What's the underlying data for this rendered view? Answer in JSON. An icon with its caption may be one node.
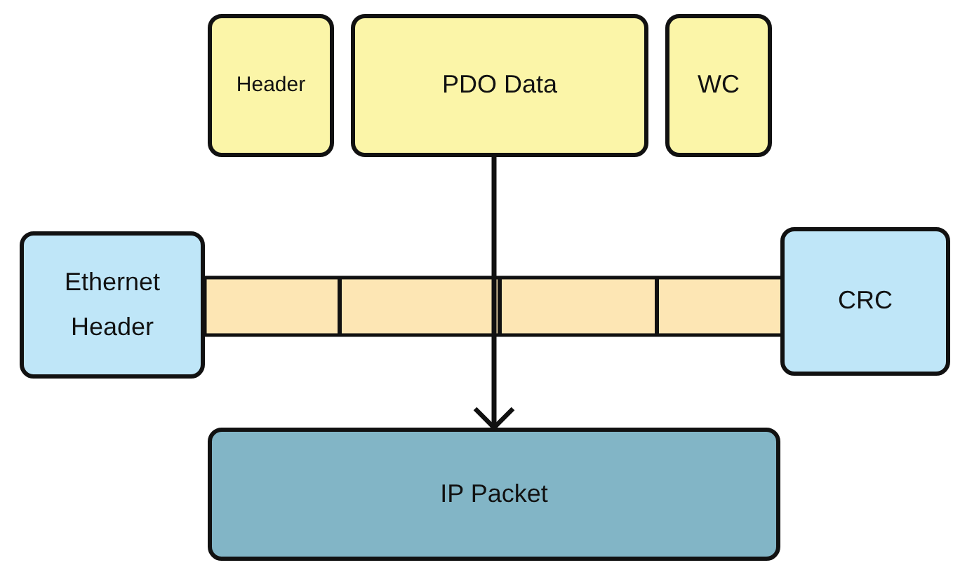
{
  "diagram": {
    "nodes": [
      {
        "text": [
          "Header"
        ]
      },
      {
        "text": [
          "PDO Data"
        ]
      },
      {
        "text": [
          "WC"
        ]
      },
      {
        "text": [
          "Ethernet Header"
        ]
      },
      {
        "text": [
          "CRC"
        ]
      },
      {
        "text": [
          "IP Packet"
        ]
      }
    ],
    "edges": [
      {
        "from": 1,
        "to": 5,
        "arrow": "to"
      }
    ]
  }
}
